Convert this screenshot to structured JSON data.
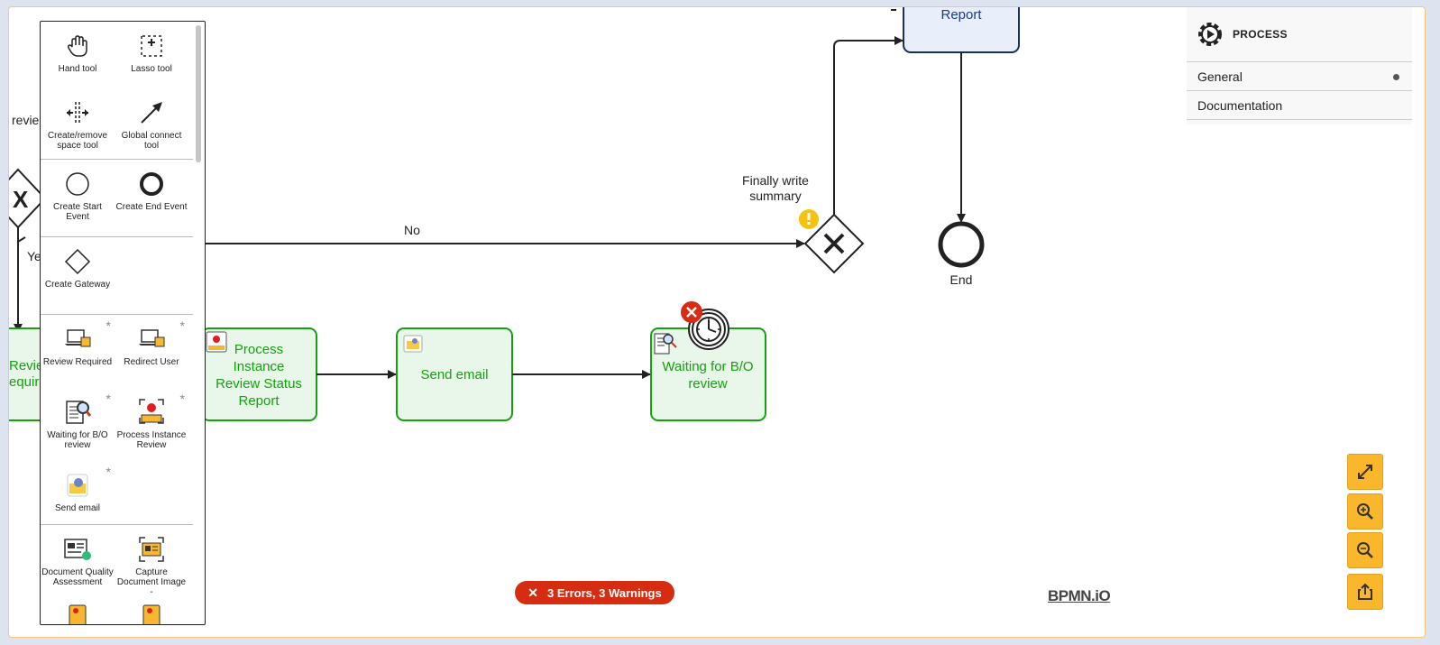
{
  "palette": {
    "tools": [
      {
        "name": "hand-tool",
        "label": "Hand tool"
      },
      {
        "name": "lasso-tool",
        "label": "Lasso tool"
      },
      {
        "name": "space-tool",
        "label": "Create/remove space tool"
      },
      {
        "name": "global-connect-tool",
        "label": "Global connect tool"
      }
    ],
    "events": [
      {
        "name": "create-start-event",
        "label": "Create Start Event"
      },
      {
        "name": "create-end-event",
        "label": "Create End Event"
      }
    ],
    "gateways": [
      {
        "name": "create-gateway",
        "label": "Create Gateway"
      }
    ],
    "custom": [
      {
        "name": "review-required",
        "label": "Review Required"
      },
      {
        "name": "redirect-user",
        "label": "Redirect User"
      },
      {
        "name": "waiting-bo-review",
        "label": "Waiting for B/O review"
      },
      {
        "name": "process-instance-review",
        "label": "Process Instance Review"
      },
      {
        "name": "send-email",
        "label": "Send email"
      }
    ],
    "more": [
      {
        "name": "document-quality-assessment",
        "label": "Document Quality Assessment"
      },
      {
        "name": "capture-document-image",
        "label": "Capture Document Image -"
      }
    ],
    "star": "*"
  },
  "diagram": {
    "nodes": {
      "report_partial": "Report",
      "review_partial": "revie",
      "review_required_partial": "Revie equir",
      "yes_partial": "Ye",
      "gateway_label": "Finally write summary",
      "flow_no": "No",
      "end_label": "End",
      "task_process_instance": "Process Instance Review Status Report",
      "task_send_email": "Send email",
      "task_waiting": "Waiting for B/O review"
    }
  },
  "properties": {
    "title": "PROCESS",
    "tabs": [
      "General",
      "Documentation"
    ]
  },
  "status": {
    "errors": "3 Errors, 3 Warnings"
  },
  "branding": {
    "logo": "BPMN.iO"
  },
  "colors": {
    "task_green": "#13a10e",
    "task_fill": "#e9f7ea",
    "zoom_orange": "#fbb72b",
    "error_red": "#d62d12",
    "warning_yellow": "#f6c20d"
  }
}
